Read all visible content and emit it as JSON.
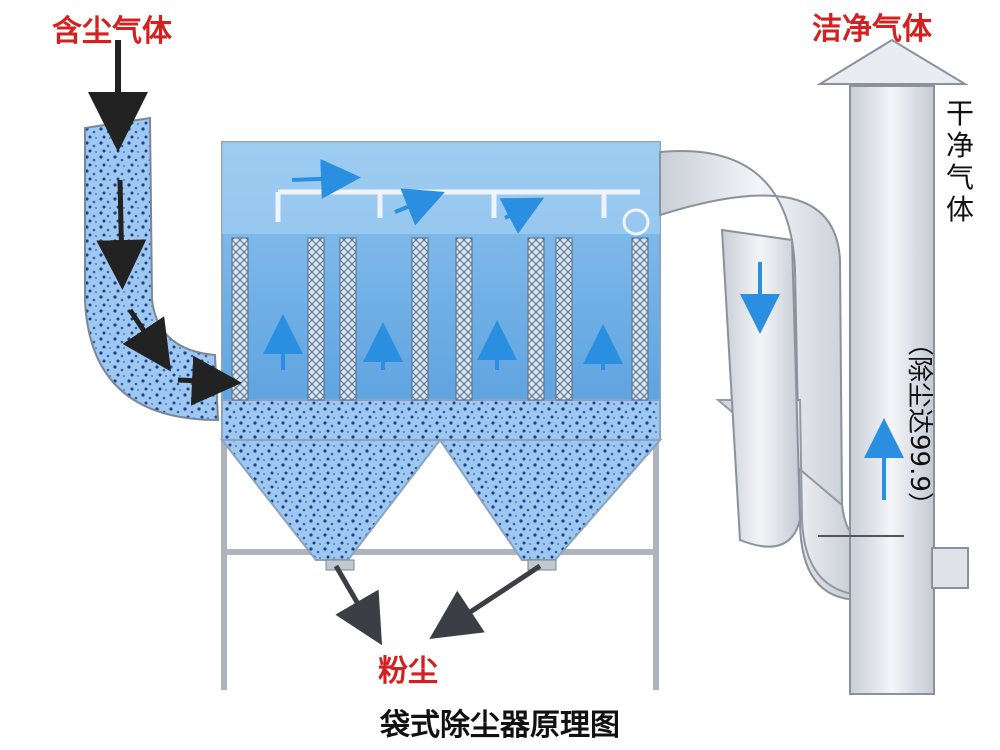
{
  "labels": {
    "dusty_gas": "含尘气体",
    "clean_gas": "洁净气体",
    "dry_gas_vertical": "干净气体",
    "dust_removal_rate": "（除尘达99.9）",
    "dust": "粉尘",
    "title": "袋式除尘器原理图"
  },
  "colors": {
    "label_red": "#d42020",
    "housing_blue": "#7fb6e6",
    "housing_blue_light": "#cfe6f8",
    "duct_gray": "#e6e9ee",
    "dust_dark": "#1f3f8f",
    "arrow_blue": "#2a8fe0"
  }
}
